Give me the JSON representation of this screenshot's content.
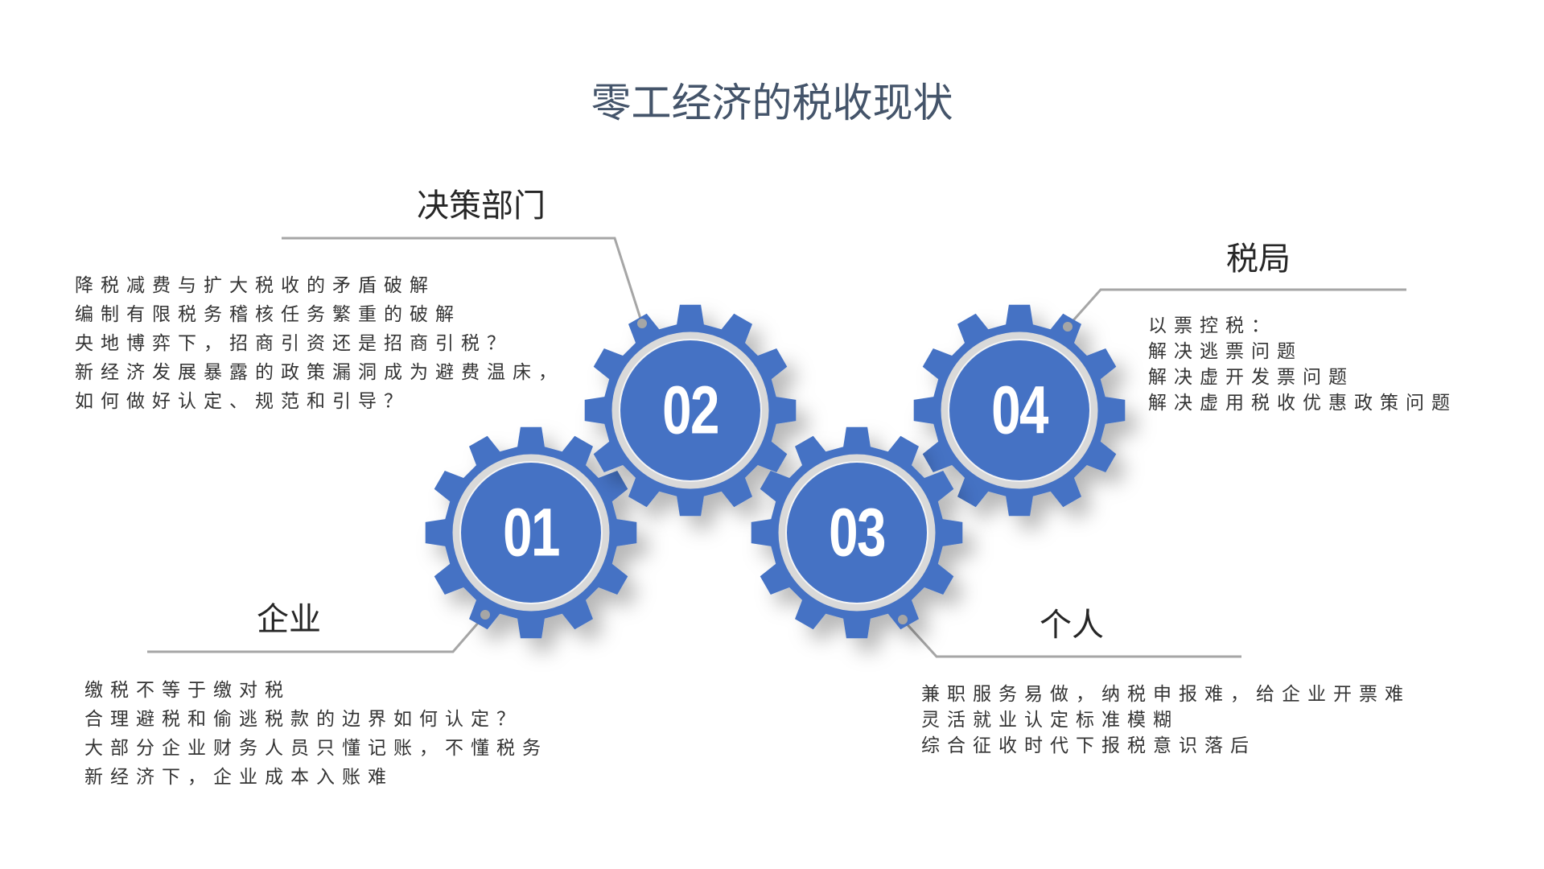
{
  "title": "零工经济的税收现状",
  "colors": {
    "gear": "#4472c4",
    "line": "#a6a6a6",
    "title": "#44546a"
  },
  "gears": [
    {
      "number": "01",
      "label": "企业",
      "items": [
        "缴税不等于缴对税",
        "合理避税和偷逃税款的边界如何认定？",
        "大部分企业财务人员只懂记账，不懂税务",
        "新经济下，企业成本入账难"
      ]
    },
    {
      "number": "02",
      "label": "决策部门",
      "items": [
        "降税减费与扩大税收的矛盾破解",
        "编制有限税务稽核任务繁重的破解",
        "央地博弈下，招商引资还是招商引税？",
        "新经济发展暴露的政策漏洞成为避费温床，",
        "如何做好认定、规范和引导？"
      ]
    },
    {
      "number": "03",
      "label": "个人",
      "items": [
        "兼职服务易做，纳税申报难，给企业开票难",
        "灵活就业认定标准模糊",
        "综合征收时代下报税意识落后"
      ]
    },
    {
      "number": "04",
      "label": "税局",
      "items": [
        "以票控税：",
        "解决逃票问题",
        "解决虚开发票问题",
        "解决虚用税收优惠政策问题"
      ]
    }
  ]
}
